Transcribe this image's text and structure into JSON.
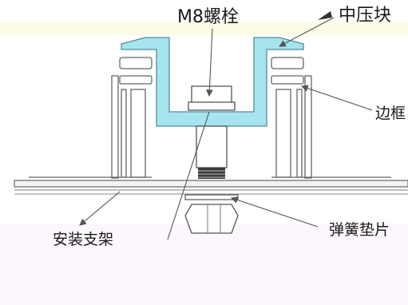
{
  "labels": {
    "bolt": "M8螺栓",
    "clamp": "中压块",
    "frame": "边框",
    "rail": "安装支架",
    "washer": "弹簧垫片"
  },
  "colors": {
    "clamp_fill": "#a6e4ee",
    "line": "#555555",
    "highlight": "#fdfde0",
    "bottom_wash": "#fbf5fb"
  }
}
